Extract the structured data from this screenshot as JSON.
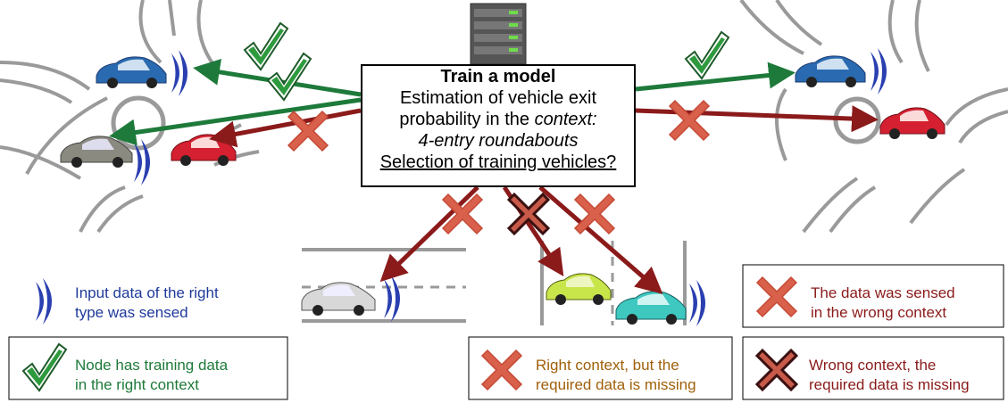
{
  "center": {
    "title": "Train a model",
    "line1": "Estimation of vehicle exit",
    "line2_prefix": "probability in the ",
    "line2_italic": "context:",
    "line3": "4-entry roundabouts",
    "line4": "Selection of training vehicles?"
  },
  "legend": {
    "input_line1": "Input data of the right",
    "input_line2": "type was sensed",
    "node_line1": "Node has training data",
    "node_line2": "in the right context",
    "wrong_sensed_line1": "The data was sensed",
    "wrong_sensed_line2": "in the wrong context",
    "right_missing_line1": "Right context, but the",
    "right_missing_line2": "required data is missing",
    "wrong_missing_line1": "Wrong context, the",
    "wrong_missing_line2": "required data is missing"
  },
  "colors": {
    "green": "#1e7a3a",
    "darkred": "#8b1a1a",
    "blue": "#1f3a9a",
    "orange": "#a0600a",
    "cross": "#d9604a",
    "road": "#9a9a9a"
  }
}
